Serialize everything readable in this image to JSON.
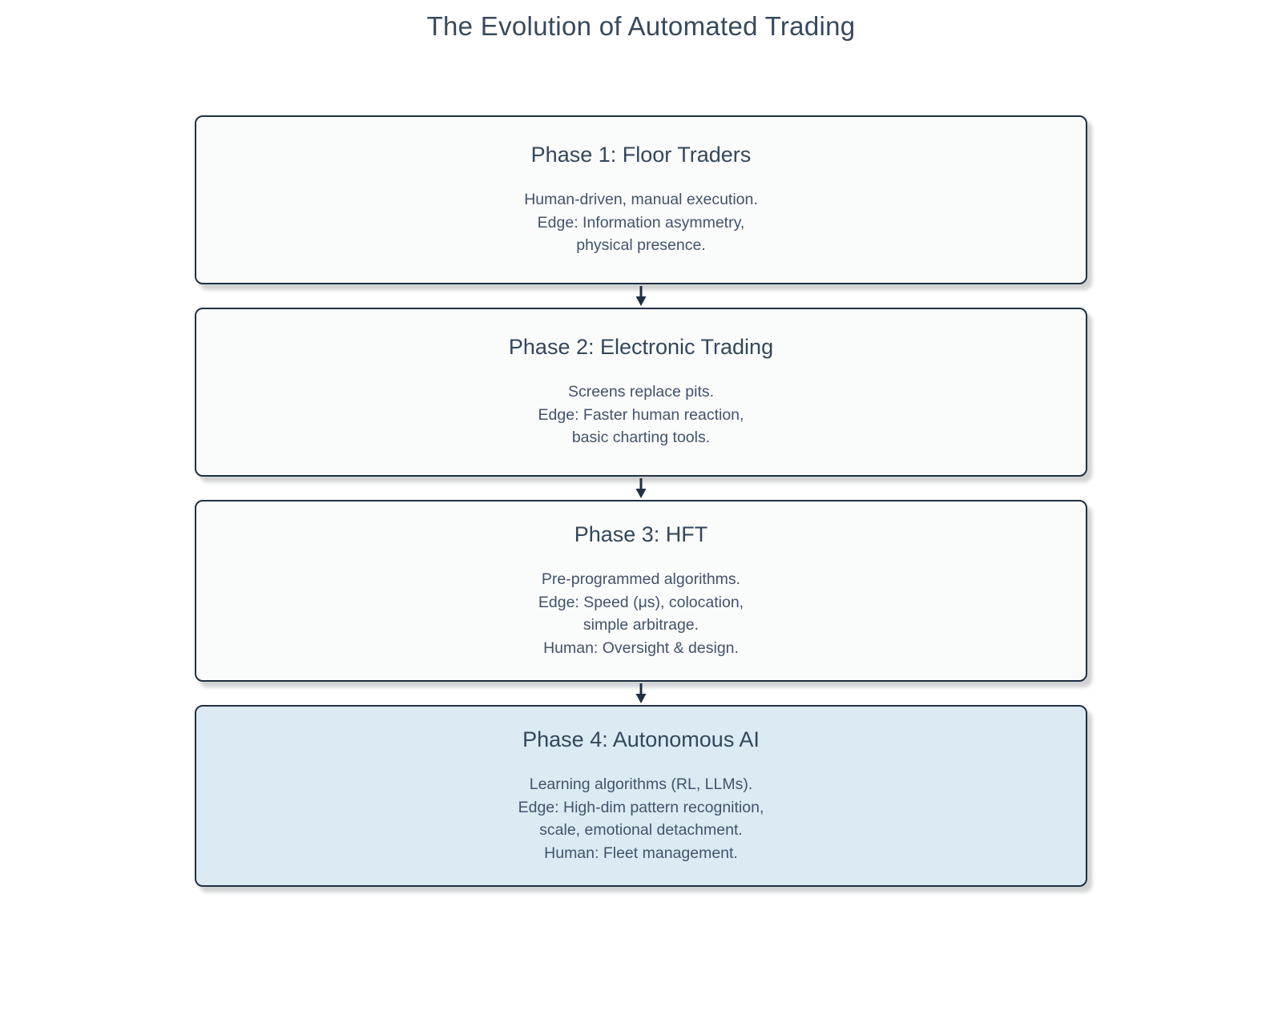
{
  "title": "The Evolution of Automated Trading",
  "phases": [
    {
      "title": "Phase 1: Floor Traders",
      "lines": [
        "Human-driven, manual execution.",
        "Edge: Information asymmetry,",
        "physical presence."
      ]
    },
    {
      "title": "Phase 2: Electronic Trading",
      "lines": [
        "Screens replace pits.",
        "Edge: Faster human reaction,",
        "basic charting tools."
      ]
    },
    {
      "title": "Phase 3: HFT",
      "lines": [
        "Pre-programmed algorithms.",
        "Edge: Speed (μs), colocation,",
        "simple arbitrage.",
        "Human: Oversight & design."
      ]
    },
    {
      "title": "Phase 4: Autonomous AI",
      "lines": [
        "Learning algorithms (RL, LLMs).",
        "Edge: High-dim pattern recognition,",
        "scale, emotional detachment.",
        "Human: Fleet management."
      ]
    }
  ],
  "colors": {
    "border": "#1f3044",
    "title_text": "#37495e",
    "body_text": "#42536b",
    "box_background": "#fafbfb",
    "highlight_background": "#dceaf4",
    "arrow": "#1f3044"
  }
}
